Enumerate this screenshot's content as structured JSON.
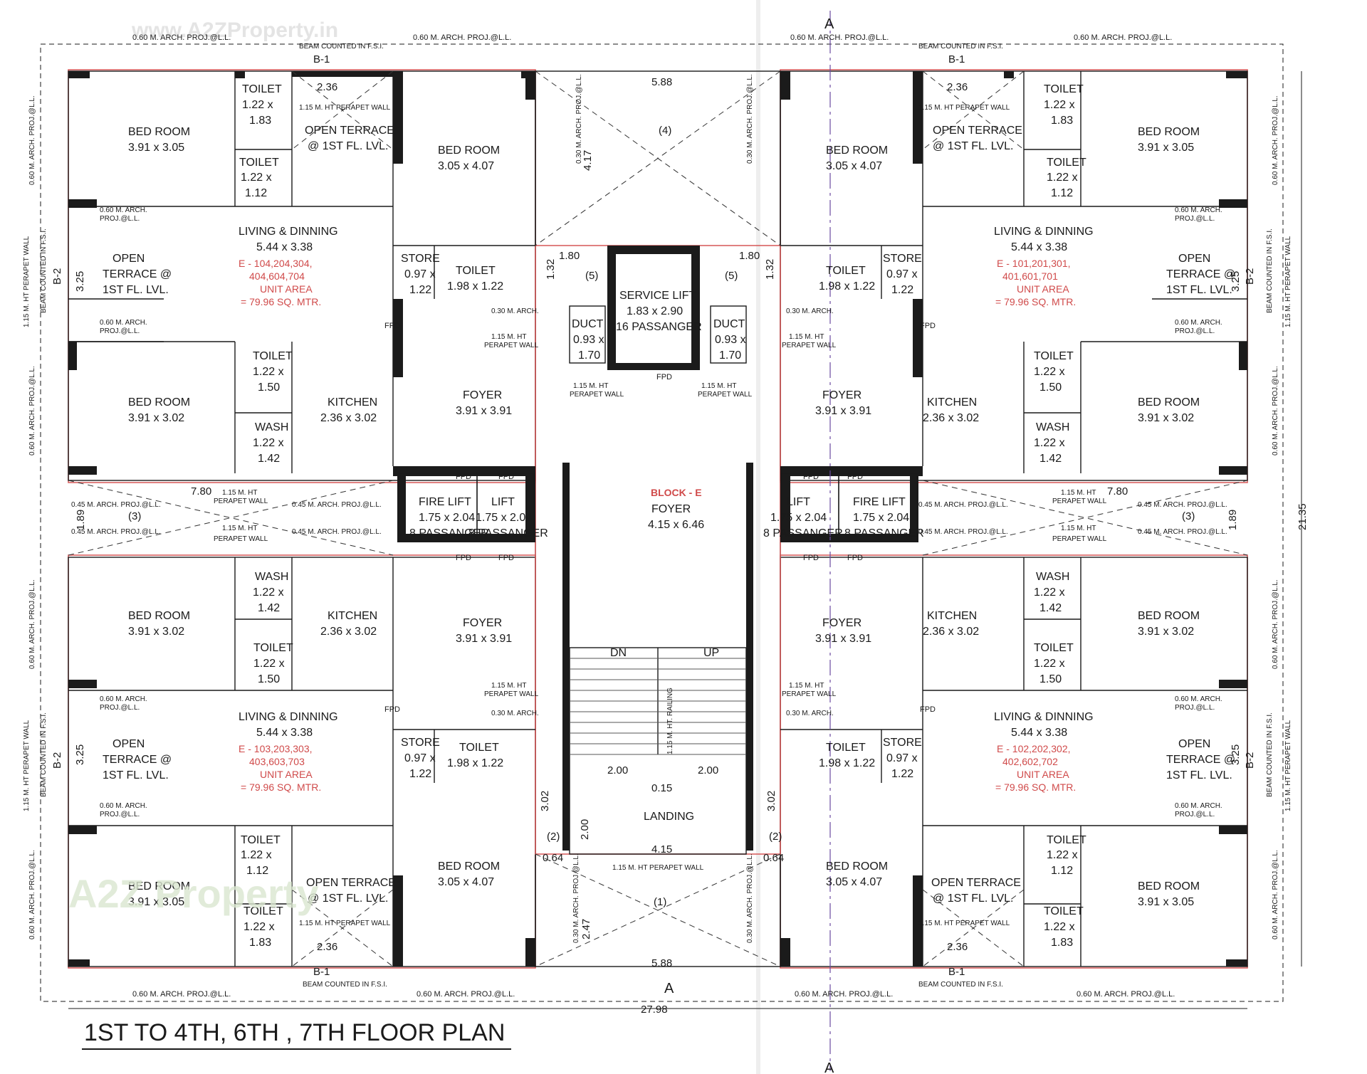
{
  "plan_title": "1ST TO 4TH, 6TH , 7TH FLOOR PLAN",
  "block_label": "BLOCK - E",
  "watermark_top": "www.A2ZProperty.in",
  "watermark_logo": "A2Z Property",
  "section_marker": "A",
  "overall_width": "27.98",
  "overall_height": "21.35",
  "unit_tl": {
    "e": "E - 104,204,304,",
    "e2": "404,604,704",
    "area": "UNIT AREA",
    "area2": "= 79.96 SQ. MTR."
  },
  "unit_tr": {
    "e": "E - 101,201,301,",
    "e2": "401,601,701",
    "area": "UNIT AREA",
    "area2": "= 79.96 SQ. MTR."
  },
  "unit_bl": {
    "e": "E - 103,203,303,",
    "e2": "403,603,703",
    "area": "UNIT AREA",
    "area2": "= 79.96 SQ. MTR."
  },
  "unit_br": {
    "e": "E - 102,202,302,",
    "e2": "402,602,702",
    "area": "UNIT AREA",
    "area2": "= 79.96 SQ. MTR."
  },
  "rooms": {
    "bed_a": "BED ROOM",
    "bed_a_dim": "3.91 x 3.05",
    "bed_b": "BED ROOM",
    "bed_b_dim": "3.05 x 4.07",
    "bed_c": "BED ROOM",
    "bed_c_dim": "3.91 x 3.02",
    "kitchen": "KITCHEN",
    "kitchen_dim": "2.36 x 3.02",
    "living": "LIVING & DINNING",
    "living_dim": "5.44 x 3.38",
    "foyer": "FOYER",
    "foyer_dim": "3.91 x 3.91",
    "toilet": "TOILET",
    "toilet_a1": "1.22 x",
    "toilet_a2": "1.83",
    "toilet_b2": "1.12",
    "toilet_c2": "1.50",
    "toilet_d1": "1.98 x 1.22",
    "wash": "WASH",
    "wash1": "1.22 x",
    "wash2": "1.42",
    "store": "STORE",
    "store1": "0.97 x",
    "store2": "1.22",
    "open_terrace": "OPEN TERRACE",
    "at_1st": "@ 1ST FL. LVL.",
    "open": "OPEN",
    "terrace_at": "TERRACE @",
    "first_lvl": "1ST FL. LVL.",
    "dim_325": "3.25"
  },
  "core": {
    "service_lift": "SERVICE LIFT",
    "service_lift_dim": "1.83 x 2.90",
    "service_lift_cap": "16 PASSANGER",
    "fire_lift": "FIRE LIFT",
    "lift": "LIFT",
    "lift_dim": "1.75 x 2.04",
    "lift_cap": "8 PASSANGER",
    "duct": "DUCT",
    "duct1": "0.93 x",
    "duct2": "1.70",
    "fpd": "FPD",
    "foyer_center": "FOYER",
    "foyer_center_dim": "4.15 x 6.46",
    "dn": "DN",
    "up": "UP",
    "landing": "LANDING",
    "d588": "5.88",
    "d417": "4.17",
    "d180": "1.80",
    "d132": "1.32",
    "d200": "2.00",
    "d015": "0.15",
    "d415": "4.15",
    "d302": "3.02",
    "d064": "0.64",
    "d247": "2.47",
    "d780": "7.80",
    "d189": "1.89",
    "d236": "2.36",
    "n4": "(4)",
    "n5": "(5)",
    "n3": "(3)",
    "n1": "(1)",
    "n2": "(2)",
    "railing": "1.15 M. HT. RAILING"
  },
  "notes": {
    "arch060": "0.60 M. ARCH. PROJ.@L.L.",
    "arch060a": "0.60 M. ARCH.",
    "arch060b": "PROJ.@L.L.",
    "arch045": "0.45 M. ARCH. PROJ.@L.L.",
    "arch030": "0.30 M. ARCH. PROJ.@L.L.",
    "arch030a": "0.30 M. ARCH.",
    "beam": "BEAM COUNTED IN F.S.I.",
    "perapet": "1.15 M. HT PERAPET WALL",
    "perapet1": "1.15 M. HT",
    "perapet2": "PERAPET WALL",
    "b1": "B-1",
    "b2": "B-2"
  }
}
